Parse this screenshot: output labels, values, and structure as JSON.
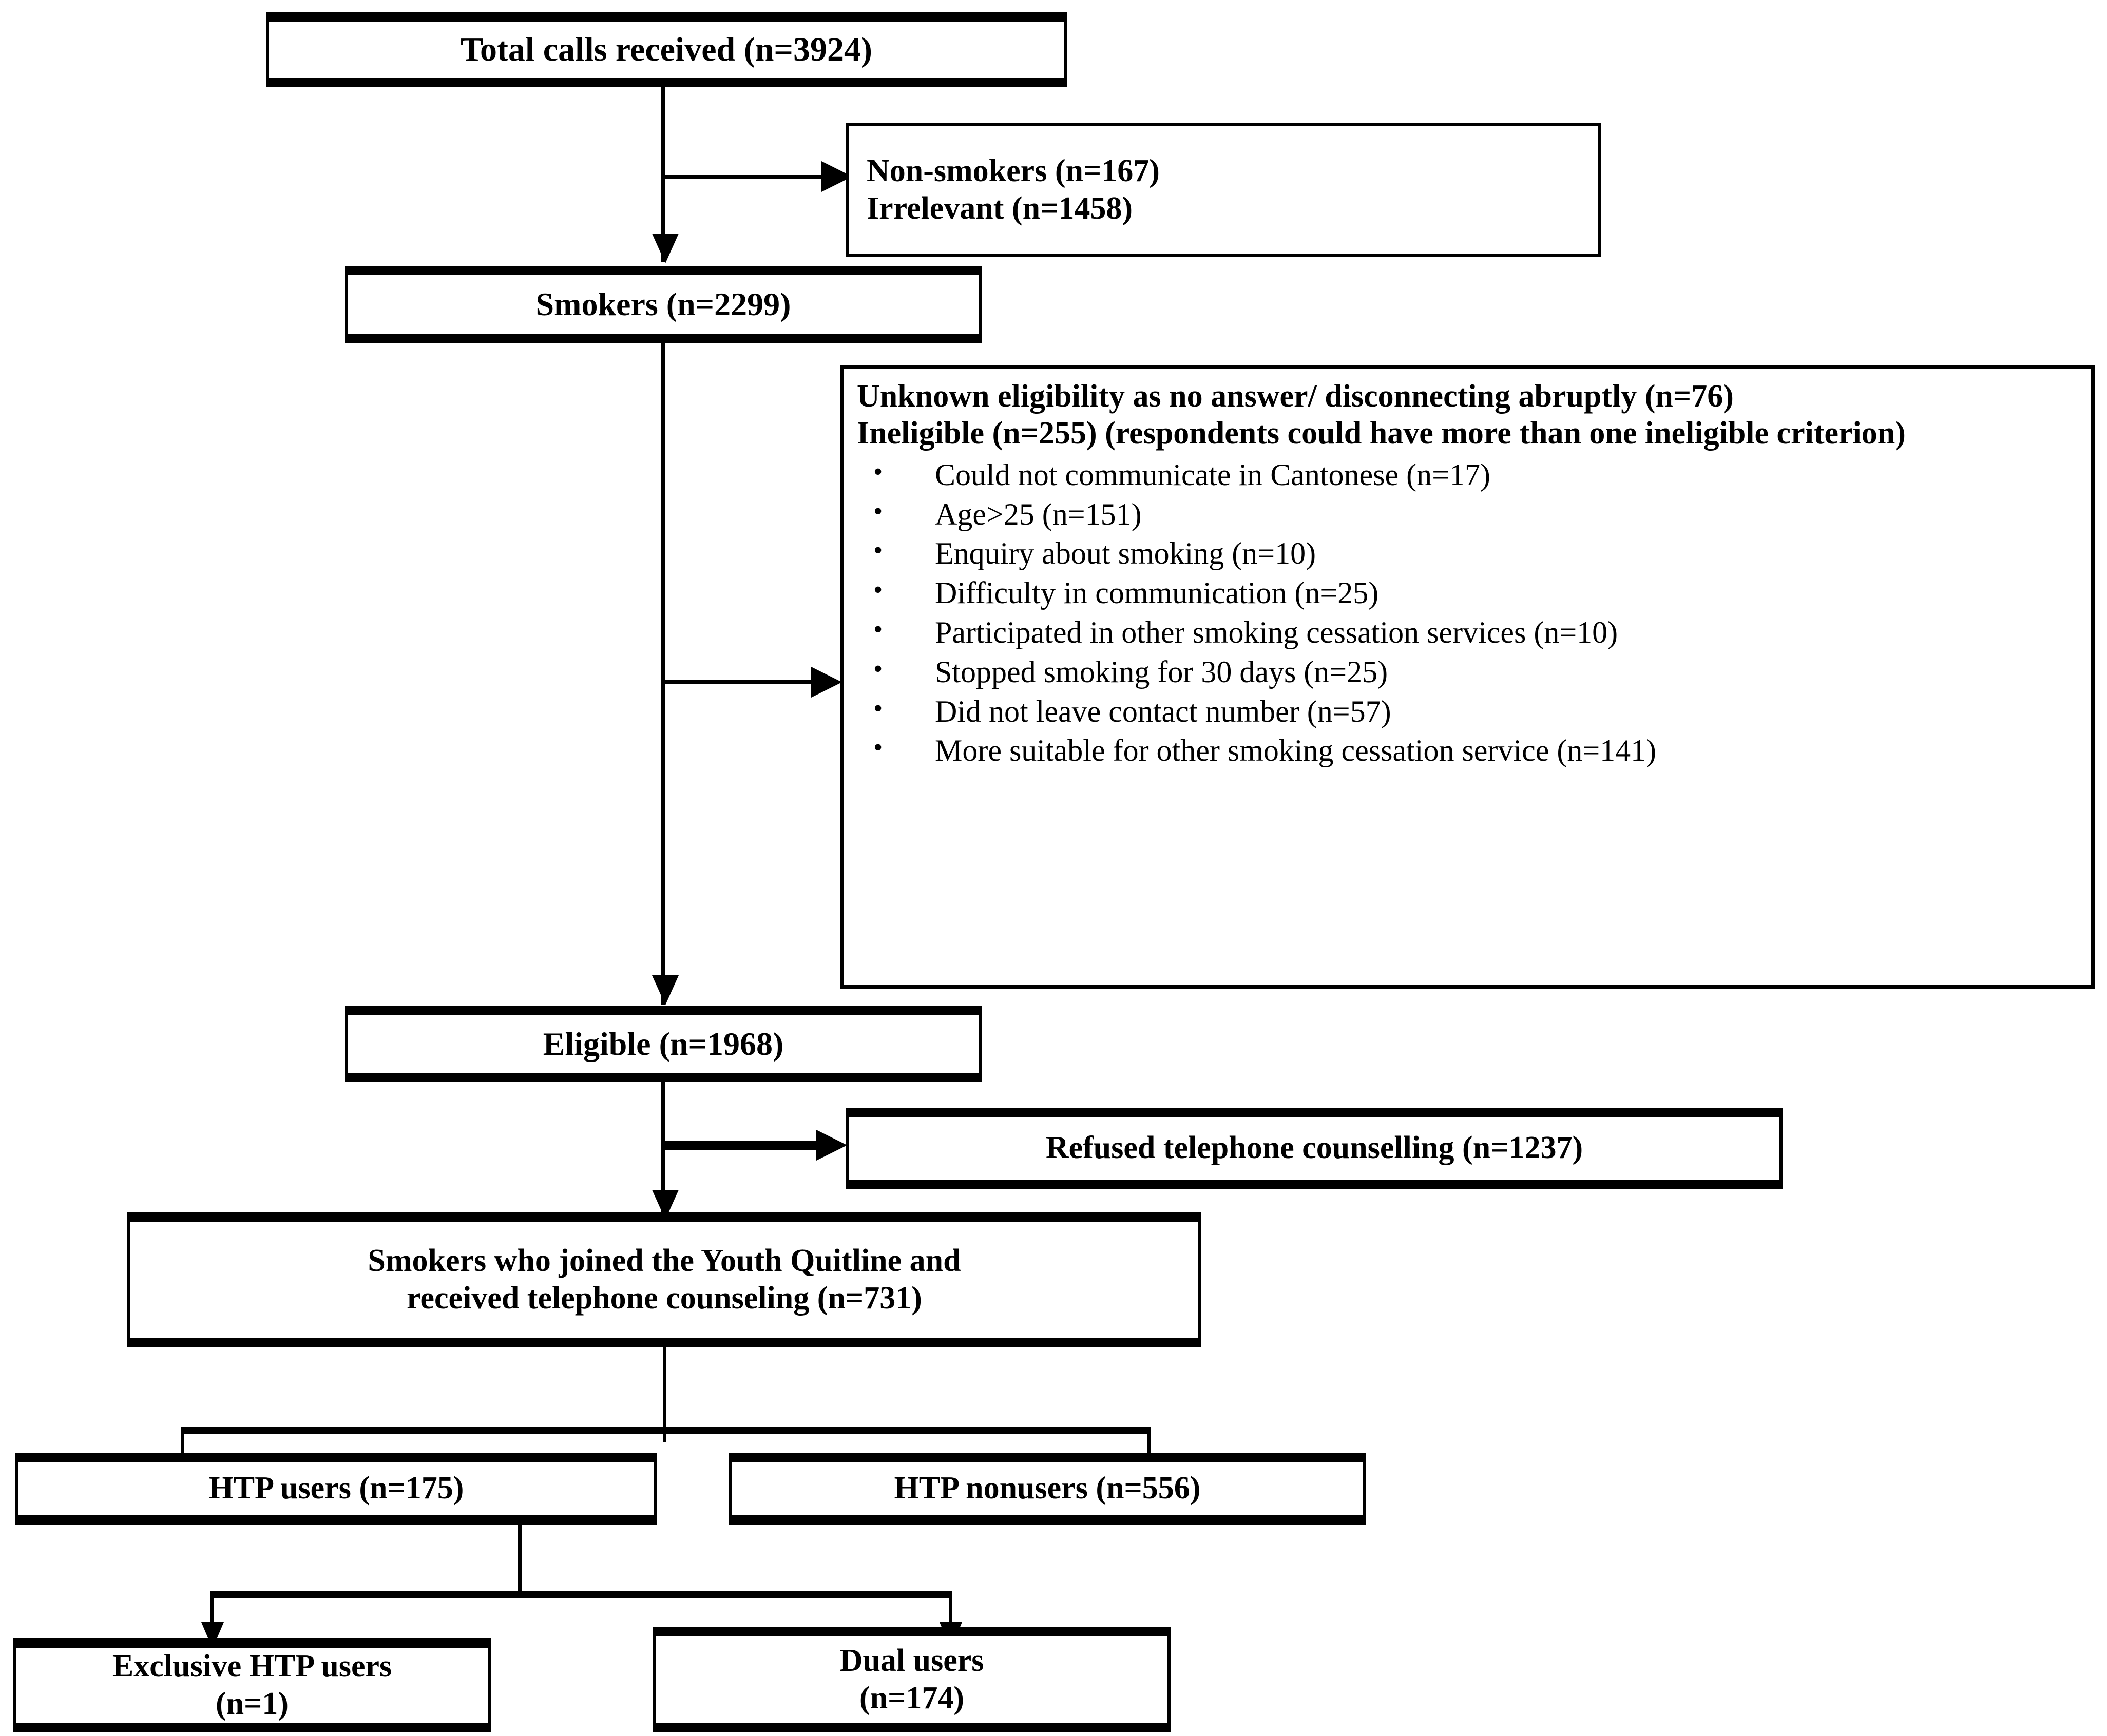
{
  "chart_data": {
    "type": "diagram",
    "title": "Participant flow diagram of the Youth Quitline study",
    "nodes": [
      {
        "id": "total-calls",
        "label": "Total calls received (n=3924)",
        "n": 3924
      },
      {
        "id": "excluded-top",
        "label": "Non-smokers (n=167)\nIrrelevant (n=1458)"
      },
      {
        "id": "smokers",
        "label": "Smokers (n=2299)",
        "n": 2299
      },
      {
        "id": "ineligible-box",
        "label": "Unknown eligibility / Ineligible reasons"
      },
      {
        "id": "eligible",
        "label": "Eligible (n=1968)",
        "n": 1968
      },
      {
        "id": "refused",
        "label": "Refused telephone counselling (n=1237)",
        "n": 1237
      },
      {
        "id": "joined",
        "label": "Smokers who joined the Youth Quitline and received telephone counseling (n=731)",
        "n": 731
      },
      {
        "id": "htp-users",
        "label": "HTP users (n=175)",
        "n": 175
      },
      {
        "id": "htp-nonusers",
        "label": "HTP nonusers (n=556)",
        "n": 556
      },
      {
        "id": "exclusive-htp",
        "label": "Exclusive HTP users (n=1)",
        "n": 1
      },
      {
        "id": "dual-users",
        "label": "Dual users (n=174)",
        "n": 174
      }
    ],
    "edges": [
      {
        "from": "total-calls",
        "to": "excluded-top"
      },
      {
        "from": "total-calls",
        "to": "smokers"
      },
      {
        "from": "smokers",
        "to": "ineligible-box"
      },
      {
        "from": "smokers",
        "to": "eligible"
      },
      {
        "from": "eligible",
        "to": "refused"
      },
      {
        "from": "eligible",
        "to": "joined"
      },
      {
        "from": "joined",
        "to": "htp-users"
      },
      {
        "from": "joined",
        "to": "htp-nonusers"
      },
      {
        "from": "htp-users",
        "to": "exclusive-htp"
      },
      {
        "from": "htp-users",
        "to": "dual-users"
      }
    ],
    "colors": {
      "stroke": "#000000",
      "fill": "#ffffff",
      "text": "#000000"
    }
  },
  "flow": {
    "total_calls": "Total calls received (n=3924)",
    "excluded_top": {
      "line1": "Non-smokers (n=167)",
      "line2": "Irrelevant (n=1458)"
    },
    "smokers": "Smokers (n=2299)",
    "ineligible": {
      "header1": "Unknown eligibility as no answer/ disconnecting abruptly (n=76)",
      "header2": "Ineligible (n=255) (respondents could have more than one ineligible criterion)",
      "bullet_glyph": "•",
      "items": [
        "Could not communicate in Cantonese (n=17)",
        "Age>25 (n=151)",
        "Enquiry about smoking (n=10)",
        "Difficulty in communication (n=25)",
        "Participated in other smoking cessation services (n=10)",
        "Stopped smoking for 30 days (n=25)",
        "Did not leave contact number (n=57)",
        "More suitable for other smoking cessation service (n=141)"
      ]
    },
    "eligible": "Eligible (n=1968)",
    "refused": "Refused telephone counselling (n=1237)",
    "joined": {
      "line1": "Smokers who joined the Youth Quitline and",
      "line2": "received telephone counseling (n=731)"
    },
    "htp_users": "HTP users (n=175)",
    "htp_nonusers": "HTP nonusers (n=556)",
    "exclusive_htp": {
      "line1": "Exclusive HTP users",
      "line2": "(n=1)"
    },
    "dual_users": {
      "line1": "Dual users",
      "line2": "(n=174)"
    }
  }
}
